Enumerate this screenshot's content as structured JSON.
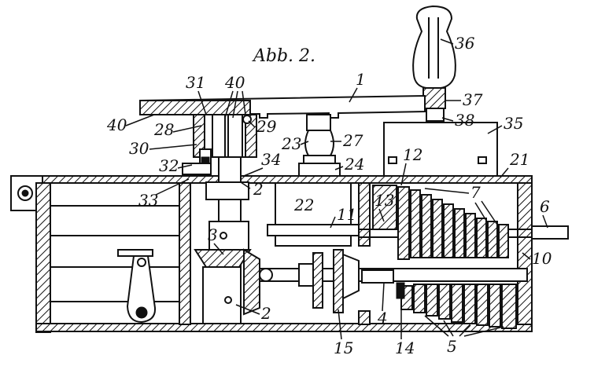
{
  "caption": "Abb. 2.",
  "labels": {
    "l1": "1",
    "l2a": "2",
    "l2b": "2",
    "l3": "3",
    "l4": "4",
    "l5": "5",
    "l6": "6",
    "l7": "7",
    "l10": "10",
    "l11": "11",
    "l12": "12",
    "l13": "13",
    "l14": "14",
    "l15": "15",
    "l21": "21",
    "l22": "22",
    "l23": "23",
    "l24": "24",
    "l27": "27",
    "l28": "28",
    "l29": "29",
    "l30": "30",
    "l31": "31",
    "l32": "32",
    "l33": "33",
    "l34": "34",
    "l35": "35",
    "l36": "36",
    "l37": "37",
    "l38": "38",
    "l40a": "40",
    "l40b": "40"
  }
}
